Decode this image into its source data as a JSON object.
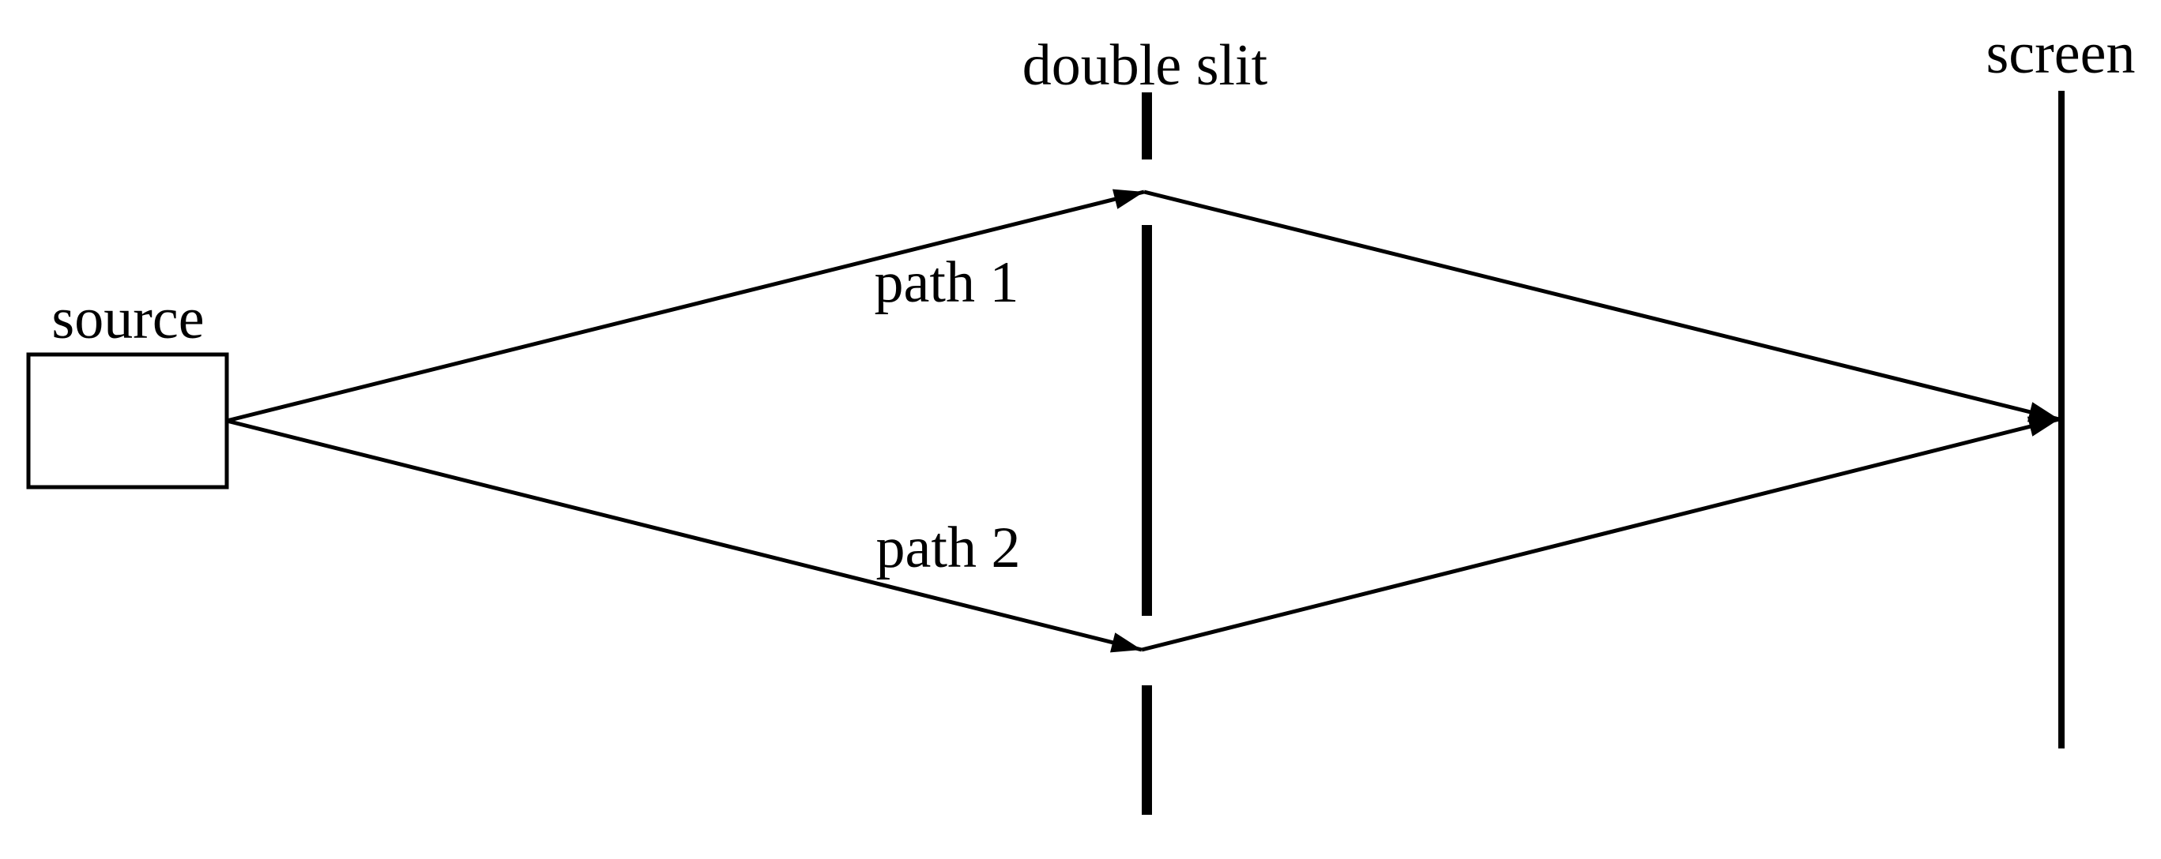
{
  "figure": {
    "background": "#ffffff",
    "ink_color": "#000000",
    "labels": {
      "source": "source",
      "double_slit": "double slit",
      "screen": "screen",
      "path_1": "path 1",
      "path_2": "path 2"
    },
    "paths": [
      {
        "label": "path 1",
        "from": "source",
        "via": "upper slit",
        "to": "screen"
      },
      {
        "label": "path 2",
        "from": "source",
        "via": "lower slit",
        "to": "screen"
      }
    ]
  }
}
